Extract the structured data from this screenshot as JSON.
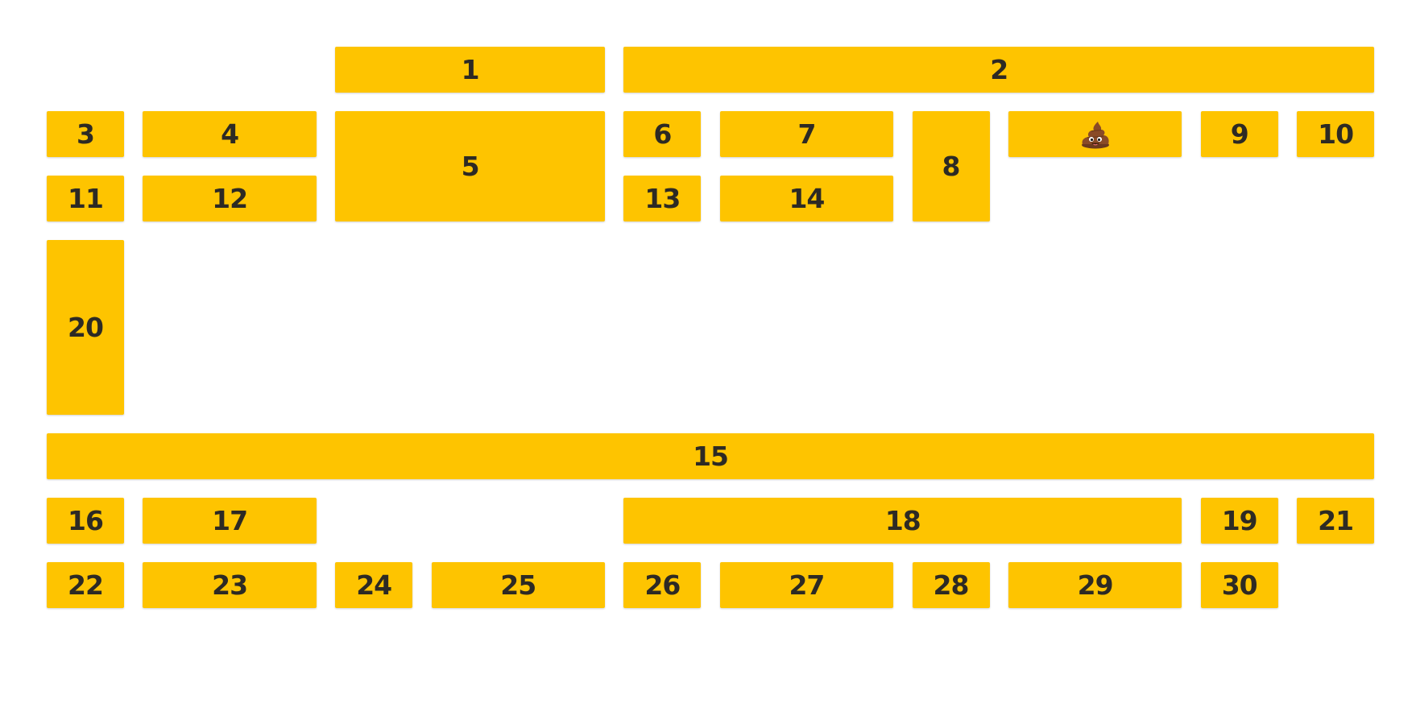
{
  "tiles": {
    "t1": "1",
    "t2": "2",
    "t3": "3",
    "t4": "4",
    "t5": "5",
    "t6": "6",
    "t7": "7",
    "t8": "8",
    "t_emoji_icon": "pile-of-poo-icon",
    "t9": "9",
    "t10": "10",
    "t11": "11",
    "t12": "12",
    "t13": "13",
    "t14": "14",
    "t20": "20",
    "t15": "15",
    "t16": "16",
    "t17": "17",
    "t18": "18",
    "t19": "19",
    "t21": "21",
    "t22": "22",
    "t23": "23",
    "t24": "24",
    "t25": "25",
    "t26": "26",
    "t27": "27",
    "t28": "28",
    "t29": "29",
    "t30": "30"
  },
  "colors": {
    "tile_background": "#fec400",
    "tile_text": "#2d2a24",
    "page_background": "#ffffff"
  }
}
